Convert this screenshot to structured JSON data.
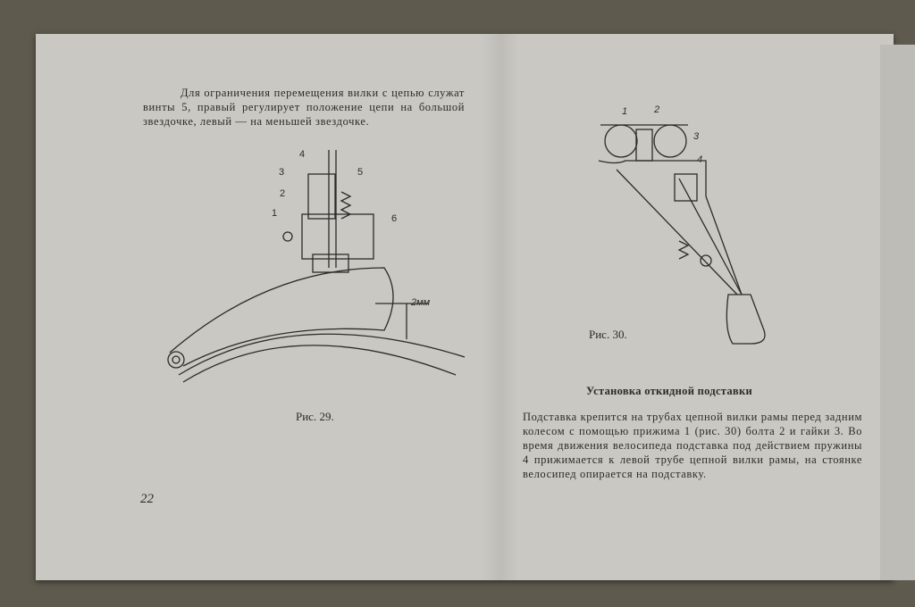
{
  "left_page": {
    "paragraph": "Для ограничения перемещения вилки с цепью служат винты 5, правый регулирует положение цепи на большой звездочке, левый — на меньшей звездочке.",
    "figure": {
      "caption": "Рис. 29.",
      "labels": [
        "1",
        "2",
        "3",
        "4",
        "5",
        "6"
      ],
      "dimension": "2мм"
    },
    "page_number": "22"
  },
  "right_page": {
    "figure": {
      "caption": "Рис. 30.",
      "labels": [
        "1",
        "2",
        "3",
        "4"
      ]
    },
    "heading": "Установка откидной подставки",
    "paragraph": "Подставка крепится на трубах цепной вилки рамы перед задним колесом с помощью прижима 1 (рис. 30) болта 2 и гайки 3. Во время движения велосипеда подставка под действием пружины 4 прижимается к левой трубе цепной вилки рамы, на стоянке велосипед опирается на подставку."
  }
}
